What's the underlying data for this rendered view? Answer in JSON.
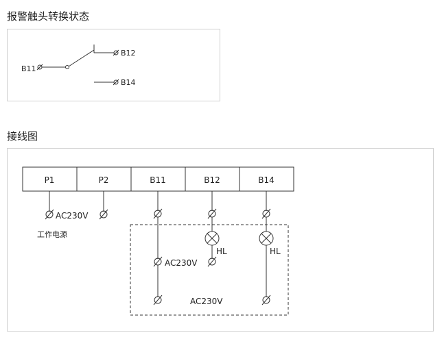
{
  "sections": {
    "alarm_title": "报警触头转换状态",
    "wiring_title": "接线图"
  },
  "alarm_diagram": {
    "b11": "B11",
    "b12": "B12",
    "b14": "B14"
  },
  "wiring_diagram": {
    "terminals": [
      "P1",
      "P2",
      "B11",
      "B12",
      "B14"
    ],
    "supply_voltage": "AC230V",
    "supply_label": "工作电源",
    "left_voltage": "AC230V",
    "center_voltage": "AC230V",
    "lamp1_label": "HL",
    "lamp2_label": "HL"
  }
}
